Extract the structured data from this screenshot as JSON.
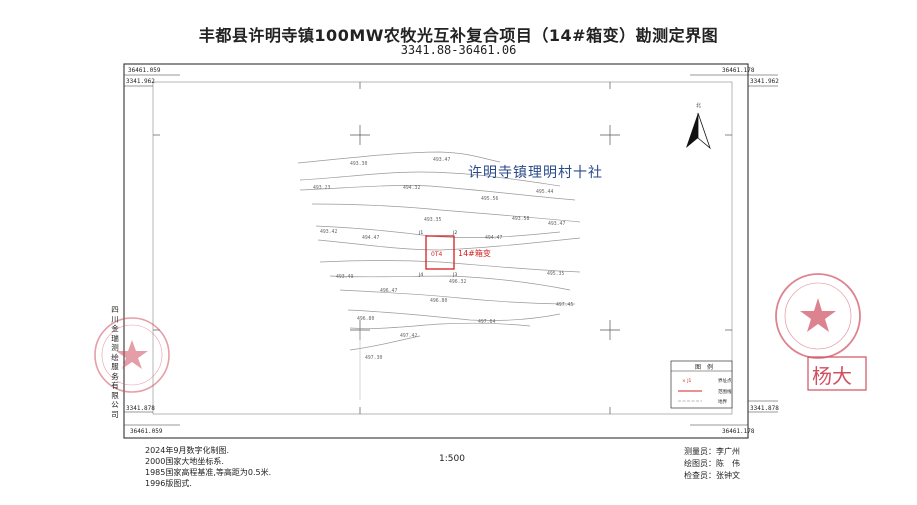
{
  "title": "丰都县许明寺镇100MW农牧光互补复合项目（14#箱变）勘测定界图",
  "subtitle": "3341.88-36461.06",
  "coords": {
    "top_left_x": "36461.059",
    "top_right_x": "36461.178",
    "left_top_y": "3341.962",
    "right_top_y": "3341.962",
    "left_bottom_y": "3341.878",
    "right_bottom_y": "3341.878",
    "bottom_left_x": "36461.059",
    "bottom_right_x": "36461.178"
  },
  "north_label": "北",
  "village_label": "许明寺镇理明村十社",
  "parcel": {
    "id": "0T4",
    "label": "14#箱变",
    "corners": [
      "J1",
      "J2",
      "J3",
      "J4"
    ]
  },
  "elevations": [
    {
      "text": "493.30"
    },
    {
      "text": "493.47"
    },
    {
      "text": "493.23"
    },
    {
      "text": "494.32"
    },
    {
      "text": "495.44"
    },
    {
      "text": "495.56"
    },
    {
      "text": "493.58"
    },
    {
      "text": "493.47"
    },
    {
      "text": "493.42"
    },
    {
      "text": "494.47"
    },
    {
      "text": "494.47"
    },
    {
      "text": "493.49"
    },
    {
      "text": "495.35"
    },
    {
      "text": "496.32"
    },
    {
      "text": "496.47"
    },
    {
      "text": "496.80"
    },
    {
      "text": "497.45"
    },
    {
      "text": "496.80"
    },
    {
      "text": "497.64"
    },
    {
      "text": "497.42"
    },
    {
      "text": "497.30"
    },
    {
      "text": "493.35"
    }
  ],
  "legend": {
    "title": "图　例",
    "items": [
      {
        "sample": "× J1",
        "label": "界址点"
      },
      {
        "sample": "",
        "label": "范围线"
      },
      {
        "sample": "",
        "label": "地界"
      }
    ]
  },
  "company": "四川金瑞测绘服务有限公司",
  "footer_left": [
    "2024年9月数字化制图.",
    "2000国家大地坐标系.",
    "1985国家高程基准,等高距为0.5米.",
    "1996版图式."
  ],
  "scale": "1:500",
  "footer_right": [
    "测量员：李广州",
    "绘图员：陈　伟",
    "检查员：张钟文"
  ],
  "stamp_right_text": "杨大",
  "colors": {
    "frame": "#333333",
    "contour": "#9a9a9a",
    "parcel": "#d42020",
    "village": "#2a4a8a",
    "stamp": "#d05060"
  }
}
